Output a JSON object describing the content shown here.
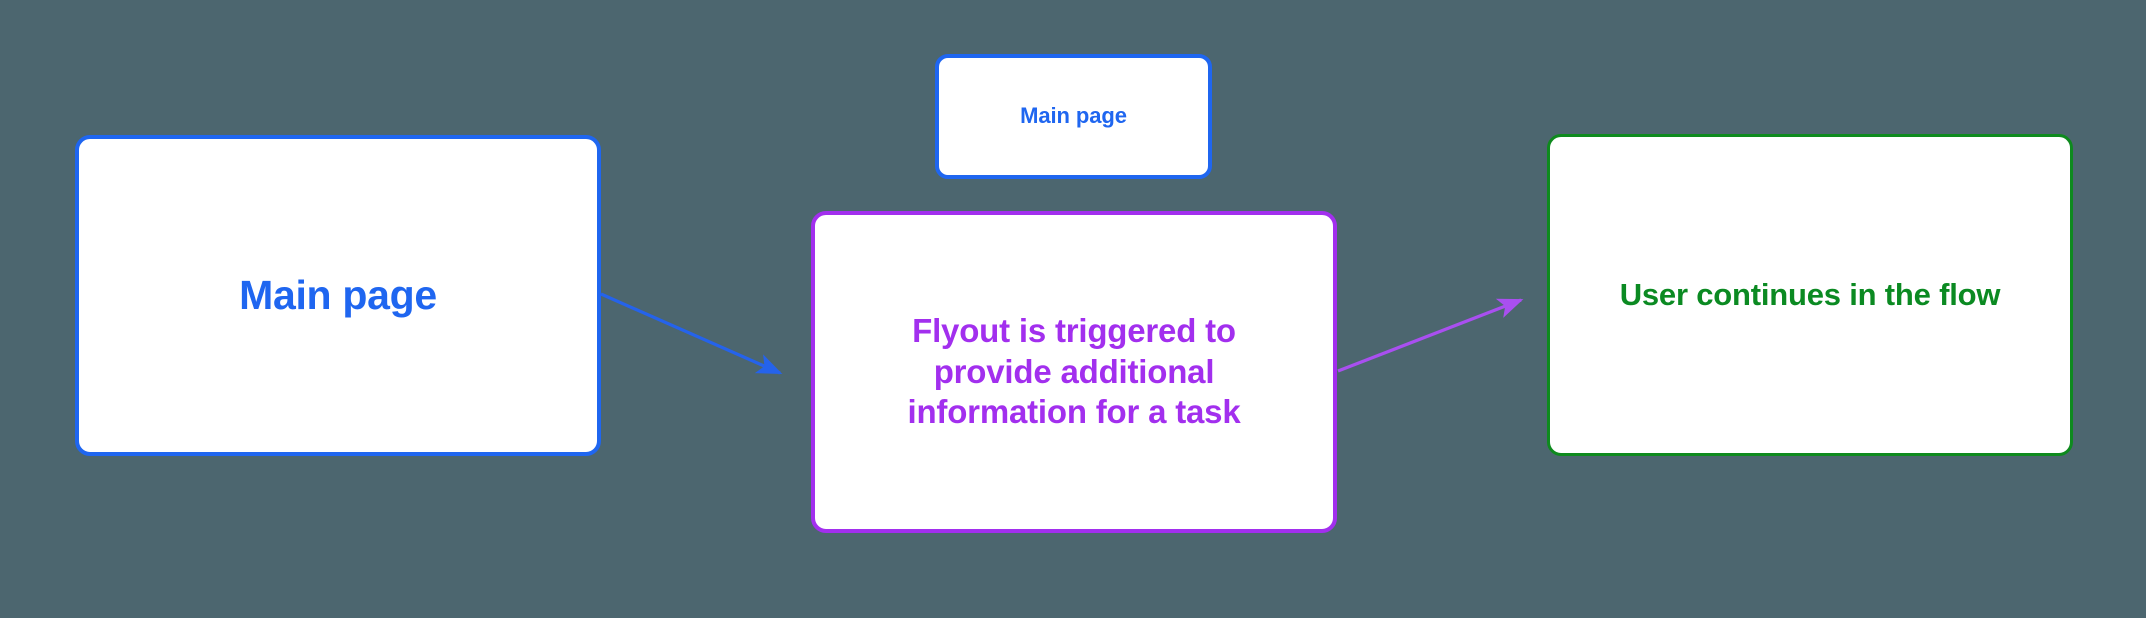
{
  "diagram": {
    "background_color": "#4c666f",
    "title": "",
    "nodes": [
      {
        "id": "main-page-large",
        "label": "Main page",
        "accent_color": "#1f66f0",
        "fill_color": "#ffffff"
      },
      {
        "id": "main-page-small",
        "label": "Main page",
        "accent_color": "#1f66f0",
        "fill_color": "#ffffff"
      },
      {
        "id": "flyout",
        "label": "Flyout is triggered to provide additional information for a task",
        "accent_color": "#a22fee",
        "fill_color": "#ffffff"
      },
      {
        "id": "user-continues",
        "label": "User continues in the flow",
        "accent_color": "#0b8a22",
        "fill_color": "#ffffff"
      }
    ],
    "edges": [
      {
        "id": "main-page-to-flyout",
        "from": "main-page-large",
        "to": "flyout",
        "color": "#2563eb",
        "label": ""
      },
      {
        "id": "flyout-to-user-continues",
        "from": "flyout",
        "to": "user-continues",
        "color": "#a94ff0",
        "label": ""
      }
    ]
  }
}
